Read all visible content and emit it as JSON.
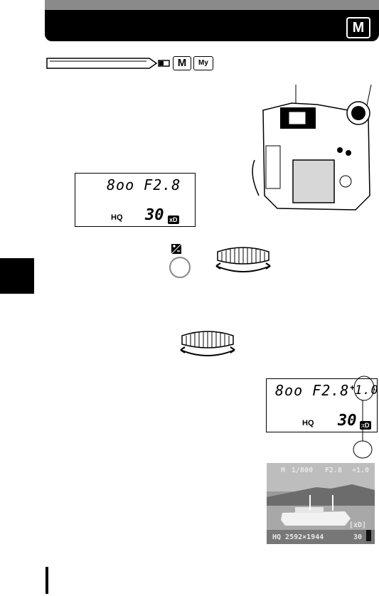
{
  "header": {
    "mode_badge": "M"
  },
  "mode_row": {
    "label_m": "M",
    "label_my": "My"
  },
  "lcd_top": {
    "shutter_aperture": "8oo F2.8",
    "quality": "HQ",
    "count": "30",
    "media": "xD"
  },
  "lcd_bottom": {
    "shutter_aperture": "8oo F2.8",
    "exposure_sign": "+",
    "exposure_value": "1.0",
    "quality": "HQ",
    "count": "30",
    "media": "xD"
  },
  "preview": {
    "mode": "M",
    "shutter": "1/800",
    "aperture": "F2.8",
    "exposure": "+1.0",
    "media": "[xD]",
    "quality_size": "HQ 2592×1944",
    "count": "30"
  },
  "icons": {
    "exposure_comp": "plus-minus-icon",
    "dial": "control-dial-icon"
  }
}
